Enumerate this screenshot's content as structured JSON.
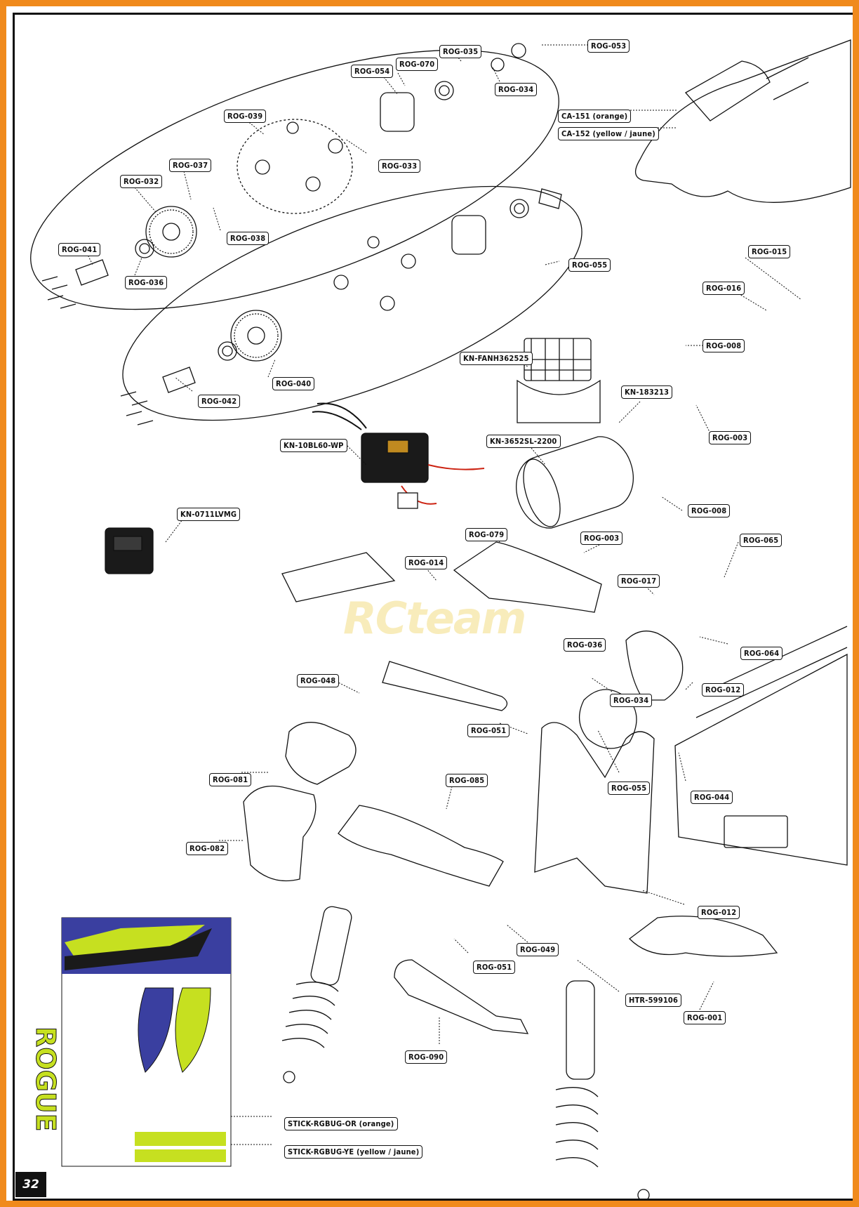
{
  "page_number": "32",
  "watermark": "RCteam",
  "colors": {
    "frame": "#f08a1c",
    "line": "#111111",
    "decal_green": "#c6e020",
    "decal_blue": "#3a3fa0"
  },
  "labels": [
    {
      "id": "rog-053",
      "text": "ROG-053"
    },
    {
      "id": "rog-035",
      "text": "ROG-035"
    },
    {
      "id": "rog-070",
      "text": "ROG-070"
    },
    {
      "id": "rog-054",
      "text": "ROG-054"
    },
    {
      "id": "rog-034a",
      "text": "ROG-034"
    },
    {
      "id": "rog-039",
      "text": "ROG-039"
    },
    {
      "id": "rog-033",
      "text": "ROG-033"
    },
    {
      "id": "rog-037",
      "text": "ROG-037"
    },
    {
      "id": "rog-032",
      "text": "ROG-032"
    },
    {
      "id": "rog-038",
      "text": "ROG-038"
    },
    {
      "id": "rog-041",
      "text": "ROG-041"
    },
    {
      "id": "rog-036a",
      "text": "ROG-036"
    },
    {
      "id": "rog-055a",
      "text": "ROG-055"
    },
    {
      "id": "rog-040",
      "text": "ROG-040"
    },
    {
      "id": "rog-042",
      "text": "ROG-042"
    },
    {
      "id": "ca-151",
      "text": "CA-151 (orange)"
    },
    {
      "id": "ca-152",
      "text": "CA-152 (yellow / jaune)"
    },
    {
      "id": "rog-015",
      "text": "ROG-015"
    },
    {
      "id": "rog-016",
      "text": "ROG-016"
    },
    {
      "id": "rog-008a",
      "text": "ROG-008"
    },
    {
      "id": "kn-fanh",
      "text": "KN-FANH362525"
    },
    {
      "id": "kn-183213",
      "text": "KN-183213"
    },
    {
      "id": "rog-003a",
      "text": "ROG-003"
    },
    {
      "id": "kn-10bl60",
      "text": "KN-10BL60-WP"
    },
    {
      "id": "kn-3652sl",
      "text": "KN-3652SL-2200"
    },
    {
      "id": "rog-008b",
      "text": "ROG-008"
    },
    {
      "id": "kn-0711",
      "text": "KN-0711LVMG"
    },
    {
      "id": "rog-079",
      "text": "ROG-079"
    },
    {
      "id": "rog-003b",
      "text": "ROG-003"
    },
    {
      "id": "rog-065",
      "text": "ROG-065"
    },
    {
      "id": "rog-014",
      "text": "ROG-014"
    },
    {
      "id": "rog-017",
      "text": "ROG-017"
    },
    {
      "id": "rog-036b",
      "text": "ROG-036"
    },
    {
      "id": "rog-064",
      "text": "ROG-064"
    },
    {
      "id": "rog-048",
      "text": "ROG-048"
    },
    {
      "id": "rog-034b",
      "text": "ROG-034"
    },
    {
      "id": "rog-012a",
      "text": "ROG-012"
    },
    {
      "id": "rog-051a",
      "text": "ROG-051"
    },
    {
      "id": "rog-081",
      "text": "ROG-081"
    },
    {
      "id": "rog-085",
      "text": "ROG-085"
    },
    {
      "id": "rog-055b",
      "text": "ROG-055"
    },
    {
      "id": "rog-044",
      "text": "ROG-044"
    },
    {
      "id": "rog-082",
      "text": "ROG-082"
    },
    {
      "id": "rog-012b",
      "text": "ROG-012"
    },
    {
      "id": "rog-049",
      "text": "ROG-049"
    },
    {
      "id": "rog-051b",
      "text": "ROG-051"
    },
    {
      "id": "htr-599106",
      "text": "HTR-599106"
    },
    {
      "id": "rog-001",
      "text": "ROG-001"
    },
    {
      "id": "rog-090",
      "text": "ROG-090"
    },
    {
      "id": "stick-or",
      "text": "STICK-RGBUG-OR (orange)"
    },
    {
      "id": "stick-ye",
      "text": "STICK-RGBUG-YE (yellow / jaune)"
    }
  ]
}
